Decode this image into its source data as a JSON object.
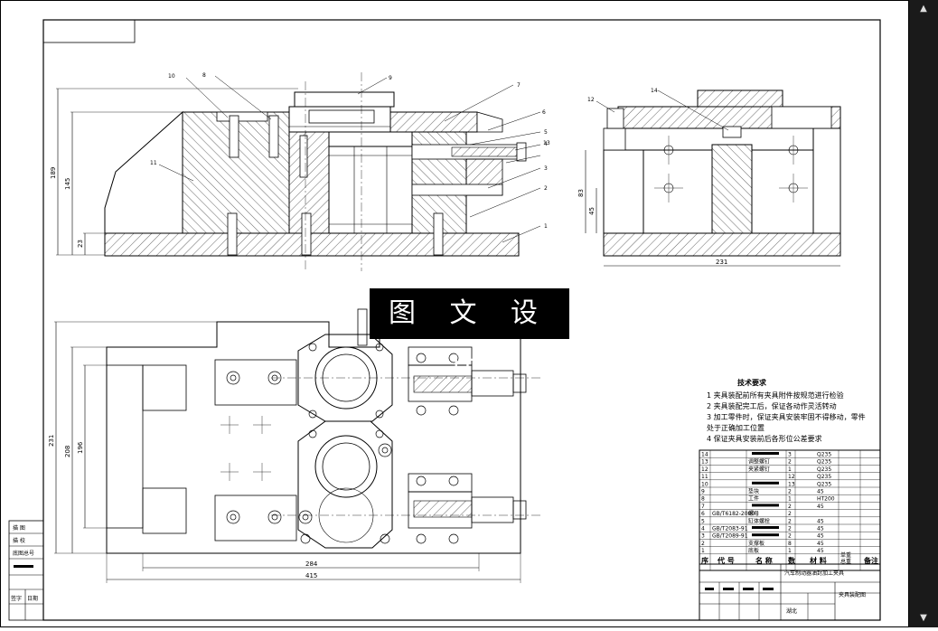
{
  "watermark": "图 文 设 计",
  "dimensions": {
    "front_height_total": "189",
    "front_height_mid": "145",
    "front_height_base": "23",
    "side_height_top": "83",
    "side_height_mid": "45",
    "side_width": "231",
    "plan_height_total": "231",
    "plan_height_a": "208",
    "plan_height_b": "196",
    "plan_width_inner": "284",
    "plan_width_total": "415"
  },
  "balloons_front": [
    "10",
    "8",
    "9",
    "7",
    "6",
    "5",
    "4",
    "13",
    "3",
    "2",
    "1",
    "11"
  ],
  "balloons_side": [
    "12",
    "14"
  ],
  "tech_requirements": {
    "title": "技术要求",
    "items": [
      "1  夹具装配前所有夹具附件按规范进行检验",
      "2  夹具装配完工后，保证各动作灵活转动",
      "3  加工零件时，保证夹具安装牢固不得移动，零件",
      "    处于正确加工位置",
      "4  保证夹具安装前后各形位公差要求"
    ]
  },
  "bom_rows": [
    {
      "no": "14",
      "code": "",
      "name": "",
      "qty": "3",
      "mat": "Q235"
    },
    {
      "no": "13",
      "code": "",
      "name": "调整螺钉",
      "qty": "2",
      "mat": "Q235"
    },
    {
      "no": "12",
      "code": "",
      "name": "夹紧螺钉",
      "qty": "1",
      "mat": "Q235"
    },
    {
      "no": "11",
      "code": "",
      "name": "",
      "qty": "12",
      "mat": "Q235"
    },
    {
      "no": "10",
      "code": "",
      "name": "",
      "qty": "13",
      "mat": "Q235"
    },
    {
      "no": "9",
      "code": "",
      "name": "垫块",
      "qty": "2",
      "mat": "45"
    },
    {
      "no": "8",
      "code": "",
      "name": "工件",
      "qty": "1",
      "mat": "HT200"
    },
    {
      "no": "7",
      "code": "",
      "name": "",
      "qty": "2",
      "mat": "45"
    },
    {
      "no": "6",
      "code": "GB/T6182-2000",
      "name": "螺母",
      "qty": "2",
      "mat": ""
    },
    {
      "no": "5",
      "code": "",
      "name": "缸体螺栓",
      "qty": "2",
      "mat": "45"
    },
    {
      "no": "4",
      "code": "GB/T2083-91",
      "name": "",
      "qty": "2",
      "mat": "45"
    },
    {
      "no": "3",
      "code": "GB/T2089-91",
      "name": "",
      "qty": "2",
      "mat": "45"
    },
    {
      "no": "2",
      "code": "",
      "name": "支撑板",
      "qty": "8",
      "mat": "45"
    },
    {
      "no": "1",
      "code": "",
      "name": "底板",
      "qty": "1",
      "mat": "45"
    }
  ],
  "bom_header": {
    "no": "序",
    "code": "代  号",
    "name": "名  称",
    "qty": "数",
    "mat": "材  料",
    "note": "备注"
  },
  "bom_side_labels": [
    "单重",
    "总重"
  ],
  "title_block": {
    "part_name": "汽车制动器油封加工夹具",
    "drawing_name": "夹具装配图",
    "school": "湖北"
  },
  "left_strip": [
    "描  图",
    "描  校",
    "底图总号",
    "签字",
    "日期"
  ],
  "top_left_box": ""
}
